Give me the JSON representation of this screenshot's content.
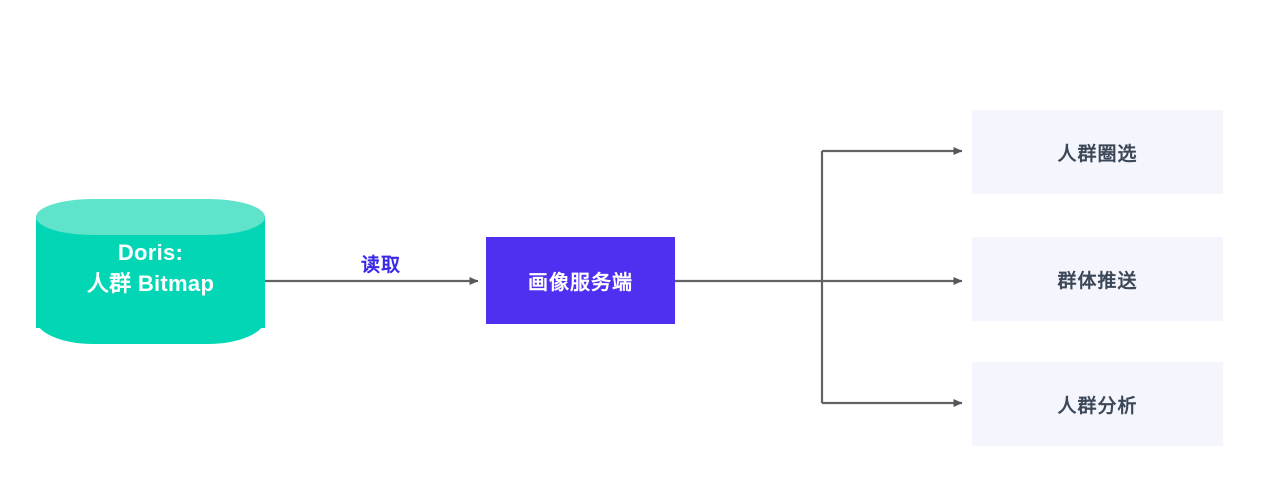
{
  "diagram": {
    "title": "Doris crowd bitmap service architecture flow",
    "background_color": "#ffffff",
    "nodes": {
      "datastore": {
        "name": "doris-crowd-bitmap",
        "shape": "cylinder",
        "line1": "Doris:",
        "line2": "人群 Bitmap",
        "fill_color": "#03d6b5",
        "top_color": "#5fe3ca",
        "text_color": "#ffffff"
      },
      "service": {
        "name": "profile-service",
        "shape": "rectangle",
        "label": "画像服务端",
        "fill_color": "#5030f0",
        "text_color": "#ffffff"
      },
      "outputs": [
        {
          "name": "crowd-selection",
          "label": "人群圈选",
          "fill_color": "#f5f6fd",
          "text_color": "#3c4858"
        },
        {
          "name": "group-push",
          "label": "群体推送",
          "fill_color": "#f5f6fd",
          "text_color": "#3c4858"
        },
        {
          "name": "crowd-analysis",
          "label": "人群分析",
          "fill_color": "#f5f6fd",
          "text_color": "#3c4858"
        }
      ]
    },
    "edges": {
      "read_label": "读取",
      "read_label_color": "#3a28e8",
      "line_color": "#636363"
    }
  }
}
